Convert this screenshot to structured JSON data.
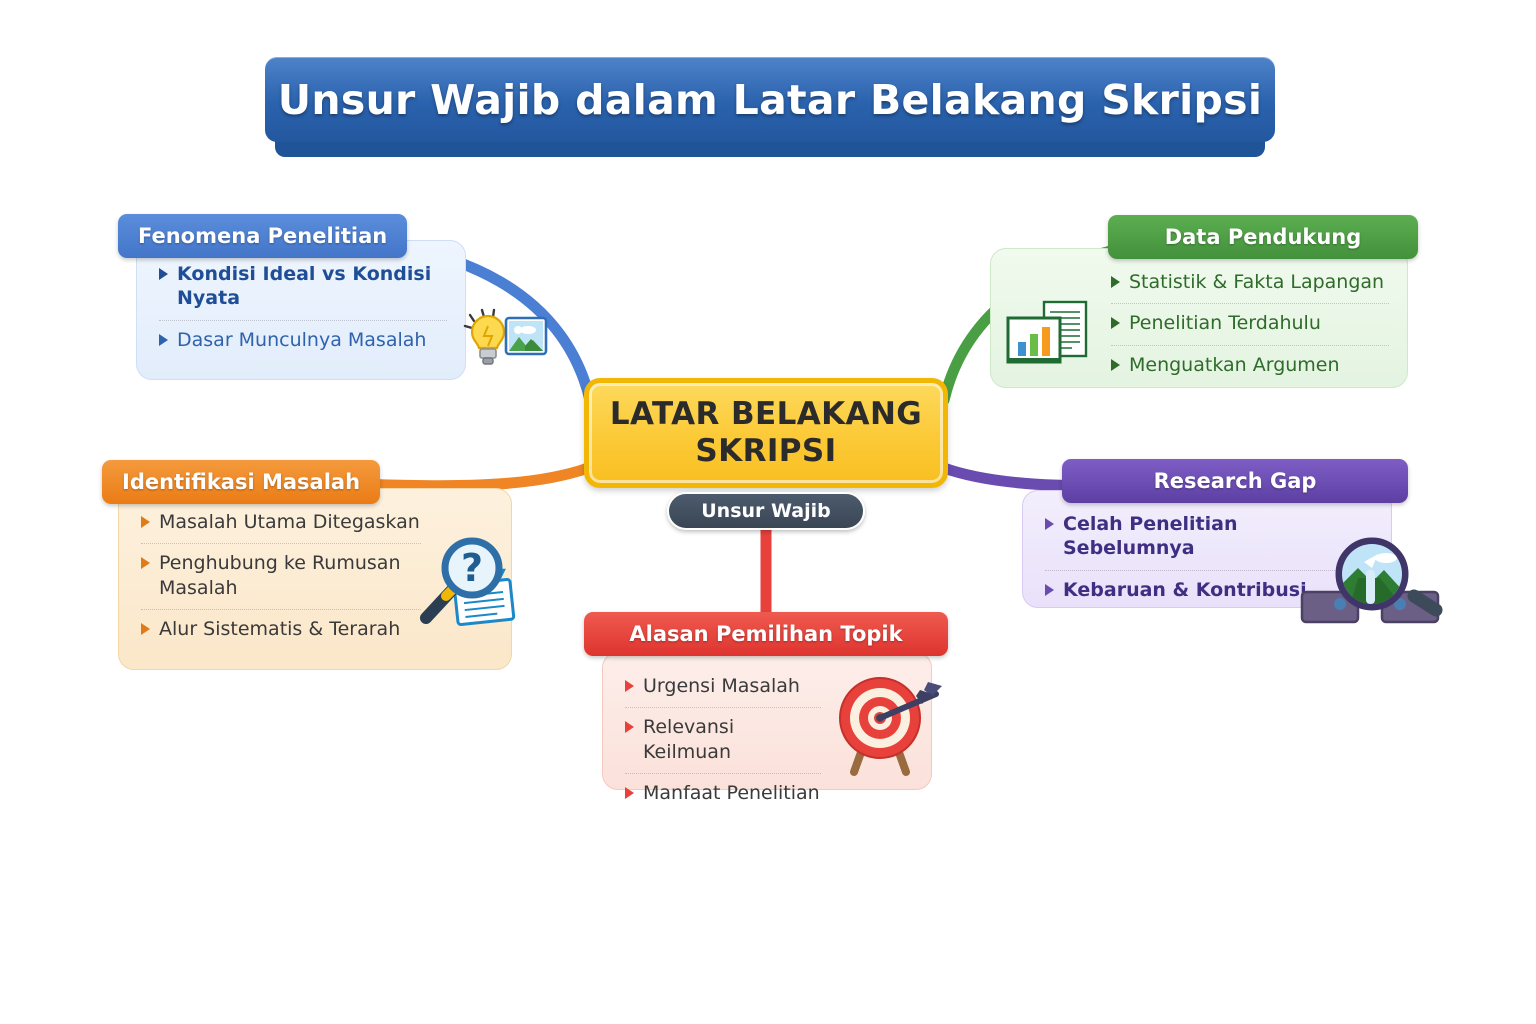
{
  "title": "Unsur Wajib dalam Latar Belakang Skripsi",
  "center": {
    "line1": "LATAR BELAKANG",
    "line2": "SKRIPSI",
    "badge": "Unsur Wajib",
    "color": "#fccb3a",
    "border": "#f2b705"
  },
  "branches": [
    {
      "id": "fenomena",
      "header": "Fenomena Penelitian",
      "header_color": "#4a7fd4",
      "card_color": "#eaf2fd",
      "text_color": "#1f4e96",
      "icon": "lightbulb-image-icon",
      "items": [
        {
          "text": "Kondisi Ideal vs Kondisi Nyata",
          "bold": true
        },
        {
          "text": "Dasar Munculnya Masalah",
          "bold": false
        }
      ]
    },
    {
      "id": "data-pendukung",
      "header": "Data Pendukung",
      "header_color": "#4a9e43",
      "card_color": "#eaf7e8",
      "text_color": "#2f6b2a",
      "icon": "bar-chart-document-icon",
      "items": [
        {
          "text": "Statistik & Fakta Lapangan",
          "bold": false
        },
        {
          "text": "Penelitian Terdahulu",
          "bold": false
        },
        {
          "text": "Menguatkan Argumen",
          "bold": false
        }
      ]
    },
    {
      "id": "identifikasi-masalah",
      "header": "Identifikasi Masalah",
      "header_color": "#ef8524",
      "card_color": "#fdeed7",
      "text_color": "#3a3a3a",
      "icon": "magnifier-question-document-icon",
      "items": [
        {
          "text": "Masalah Utama Ditegaskan",
          "bold": false
        },
        {
          "text": "Penghubung ke Rumusan Masalah",
          "bold": false
        },
        {
          "text": "Alur Sistematis & Terarah",
          "bold": false
        }
      ]
    },
    {
      "id": "research-gap",
      "header": "Research Gap",
      "header_color": "#6a4bb0",
      "card_color": "#efeafb",
      "text_color": "#3f2f82",
      "icon": "magnifier-landscape-icon",
      "items": [
        {
          "text": "Celah Penelitian Sebelumnya",
          "bold": true
        },
        {
          "text": "Kebaruan & Kontribusi",
          "bold": true
        }
      ]
    },
    {
      "id": "alasan-pemilihan-topik",
      "header": "Alasan Pemilihan Topik",
      "header_color": "#e8413c",
      "card_color": "#fdeae6",
      "text_color": "#3a3a3a",
      "icon": "target-dart-icon",
      "items": [
        {
          "text": "Urgensi Masalah",
          "bold": false
        },
        {
          "text": "Relevansi Keilmuan",
          "bold": false
        },
        {
          "text": "Manfaat Penelitian",
          "bold": false
        }
      ]
    }
  ]
}
